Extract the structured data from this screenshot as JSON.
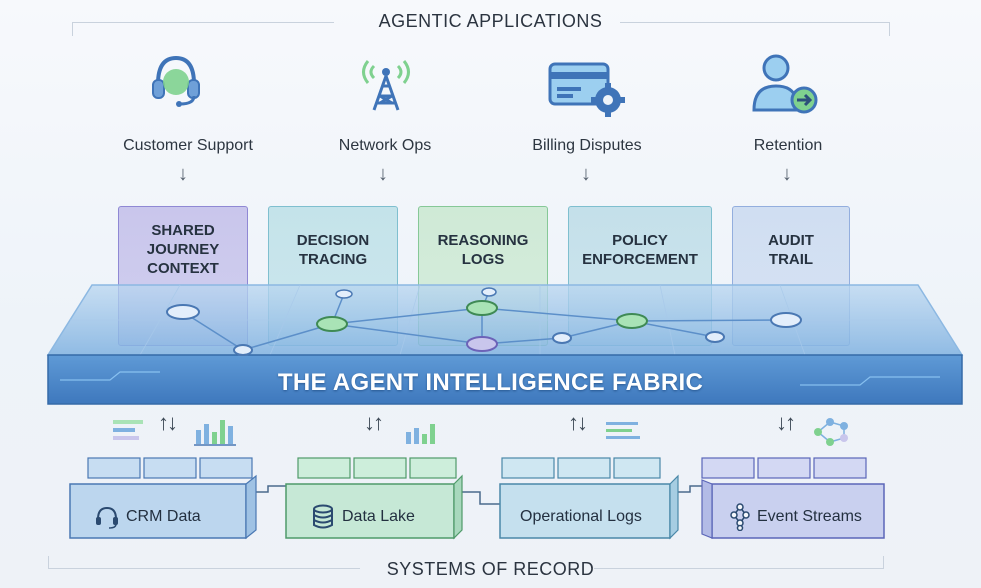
{
  "header": {
    "title": "AGENTIC APPLICATIONS"
  },
  "footer": {
    "title": "SYSTEMS OF RECORD"
  },
  "applications": [
    {
      "label": "Customer Support",
      "icon": "headset-icon"
    },
    {
      "label": "Network Ops",
      "icon": "antenna-tower-icon"
    },
    {
      "label": "Billing Disputes",
      "icon": "credit-card-gear-icon"
    },
    {
      "label": "Retention",
      "icon": "user-arrow-icon"
    }
  ],
  "layers": [
    {
      "line1": "SHARED",
      "line2": "JOURNEY",
      "line3": "CONTEXT",
      "color": "#c9c6ec"
    },
    {
      "line1": "DECISION",
      "line2": "TRACING",
      "line3": "",
      "color": "#c4e3ea"
    },
    {
      "line1": "REASONING",
      "line2": "LOGS",
      "line3": "",
      "color": "#cfead6"
    },
    {
      "line1": "POLICY",
      "line2": "ENFORCEMENT",
      "line3": "",
      "color": "#c4e0ea"
    },
    {
      "line1": "AUDIT",
      "line2": "TRAIL",
      "line3": "",
      "color": "#d0def2"
    }
  ],
  "fabric": {
    "title": "THE AGENT INTELLIGENCE FABRIC",
    "color": "#4a86c8"
  },
  "systems": [
    {
      "label": "CRM Data",
      "icon": "headset-icon",
      "color": "#bcd6ee"
    },
    {
      "label": "Data Lake",
      "icon": "database-icon",
      "color": "#c6e8d6"
    },
    {
      "label": "Operational Logs",
      "icon": "",
      "color": "#c5e0ee"
    },
    {
      "label": "Event Streams",
      "icon": "network-nodes-icon",
      "color": "#c9d0ef"
    }
  ],
  "connectors": {
    "up_down": "↑↓",
    "down_up": "↓↑"
  }
}
